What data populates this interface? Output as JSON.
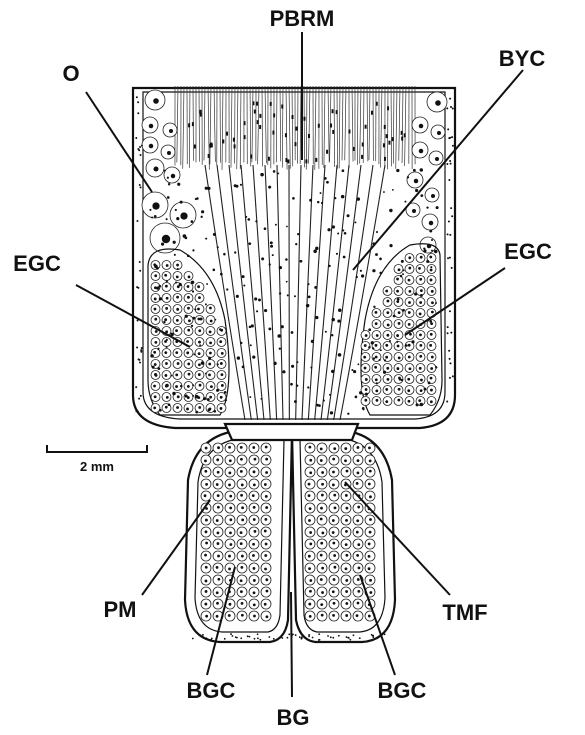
{
  "figure": {
    "labels": {
      "pbrm": "PBRM",
      "byc": "BYC",
      "o": "O",
      "egc_left": "EGC",
      "egc_right": "EGC",
      "pm": "PM",
      "tmf": "TMF",
      "bgc_left": "BGC",
      "bgc_right": "BGC",
      "bg": "BG"
    },
    "scale_bar": {
      "label": "2 mm"
    }
  }
}
